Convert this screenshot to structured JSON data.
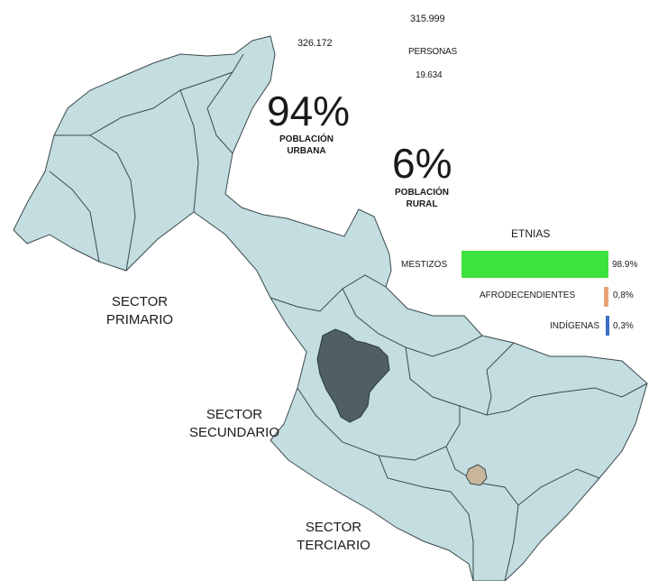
{
  "stats": {
    "total": "326.172",
    "urban_count": "315.999",
    "personas": "PERSONAS",
    "rural_count": "19.634",
    "urban_pct": "94%",
    "urban_label_1": "POBLACIÓN",
    "urban_label_2": "URBANA",
    "rural_pct": "6%",
    "rural_label_1": "POBLACIÓN",
    "rural_label_2": "RURAL"
  },
  "etnias": {
    "title": "ETNIAS",
    "items": [
      {
        "name": "MESTIZOS",
        "pct_label": "98.9%",
        "value": 98.9,
        "color": "#3ee23e"
      },
      {
        "name": "AFRODECENDIENTES",
        "pct_label": "0,8%",
        "value": 0.8,
        "color": "#e8a27a"
      },
      {
        "name": "INDÍGENAS",
        "pct_label": "0,3%",
        "value": 0.3,
        "color": "#3a6fc4"
      }
    ]
  },
  "sectors": {
    "primario_1": "SECTOR",
    "primario_2": "PRIMARIO",
    "secundario_1": "SECTOR",
    "secundario_2": "SECUNDARIO",
    "terciario_1": "SECTOR",
    "terciario_2": "TERCIARIO"
  },
  "colors": {
    "region_fill": "#c3dde0",
    "region_stroke": "#3b4a4d",
    "highlight_fill": "#4f5f63",
    "small_area_fill": "#c8b59a"
  }
}
